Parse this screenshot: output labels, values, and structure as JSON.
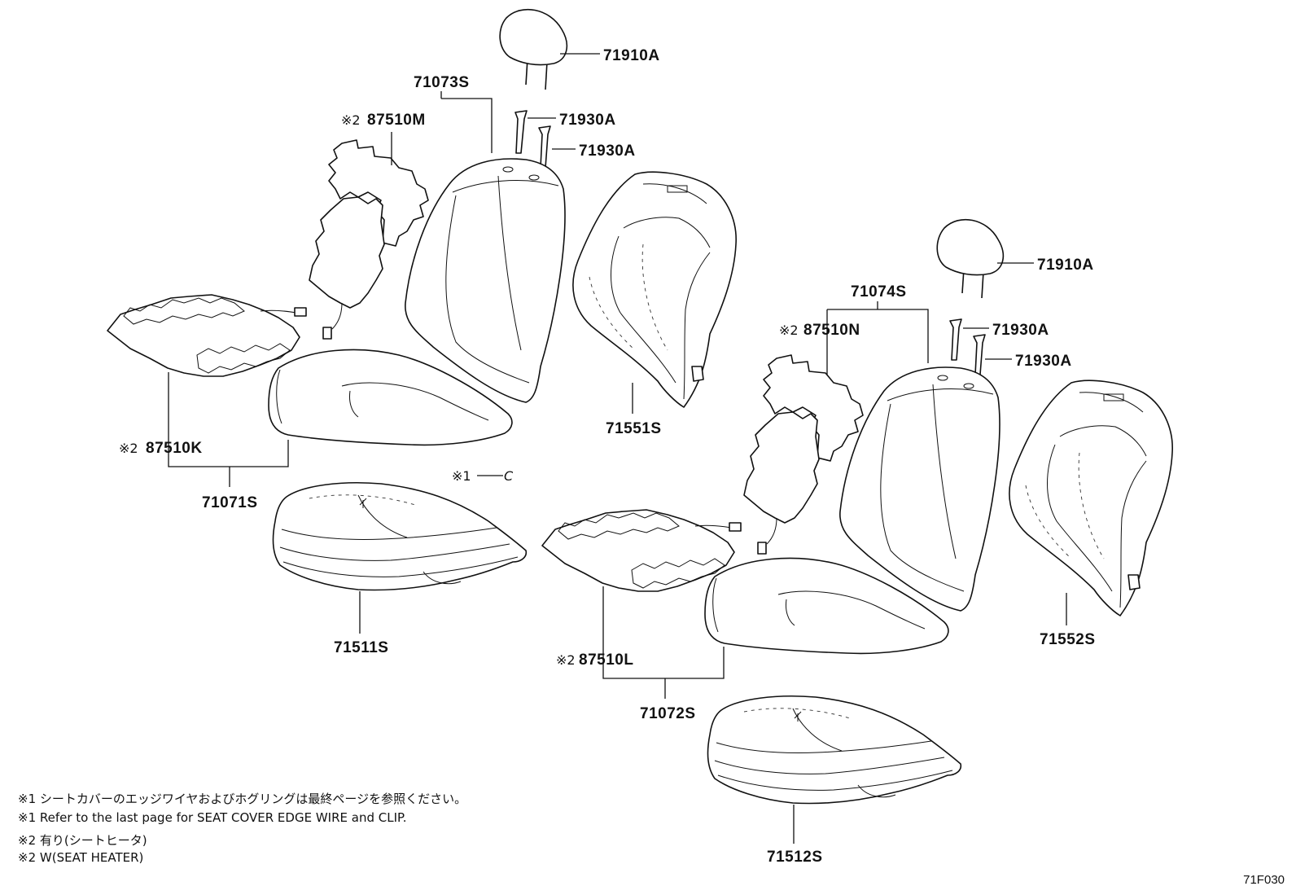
{
  "labels": {
    "l71910A_1": "71910A",
    "l71073S": "71073S",
    "l87510M": "87510M",
    "l71930A_1": "71930A",
    "l71930A_2": "71930A",
    "l71551S": "71551S",
    "l87510K": "87510K",
    "l71071S": "71071S",
    "l71511S": "71511S",
    "l71910A_2": "71910A",
    "l71074S": "71074S",
    "l87510N": "87510N",
    "l71930A_3": "71930A",
    "l71930A_4": "71930A",
    "l71552S": "71552S",
    "l87510L": "87510L",
    "l71072S": "71072S",
    "l71512S": "71512S"
  },
  "marks": {
    "ref1": "※1",
    "ref2": "※2",
    "clip": "C"
  },
  "notes": [
    "※1 シートカバーのエッジワイヤおよびホグリングは最終ページを参照ください。",
    "※1 Refer to the last page for SEAT COVER EDGE WIRE and CLIP.",
    "※2 有り(シートヒータ)",
    "※2 W(SEAT HEATER)"
  ],
  "diagram_code": "71F030"
}
